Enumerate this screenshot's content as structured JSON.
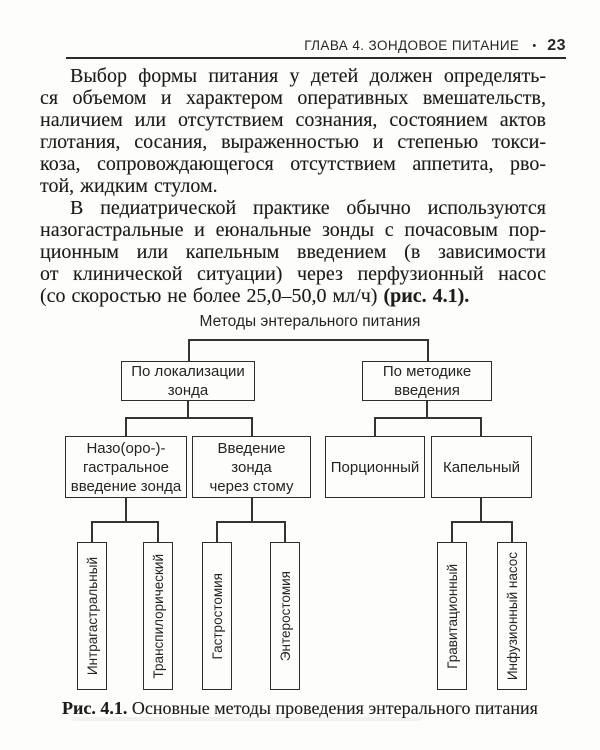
{
  "header": {
    "chapter_title": "ГЛАВА 4. ЗОНДОВОЕ ПИТАНИЕ",
    "bullet": "•",
    "page_number": "23"
  },
  "body": {
    "paragraph1": {
      "lines": [
        "Выбор формы питания у детей должен определять-",
        "ся объемом и характером оперативных вмешательств,",
        "наличием или отсутствием сознания, состоянием актов",
        "глотания, сосания, выраженностью и степенью токси-",
        "коза, сопровождающегося отсутствием аппетита, рво-",
        "той, жидким стулом."
      ]
    },
    "paragraph2": {
      "lines": [
        "В педиатрической практике обычно используются",
        "назогастральные и еюнальные зонды с почасовым пор-",
        "ционным или капельным введением (в зависимости",
        "от клинической ситуации) через перфузионный насос"
      ],
      "last_line_regular": "(со скоростью не более 25,0–50,0 мл/ч) ",
      "last_line_bold": "(рис. 4.1)."
    }
  },
  "diagram": {
    "title": "Методы энтерального питания",
    "nodes": {
      "localization": {
        "line1": "По локализации",
        "line2": "зонда"
      },
      "method": {
        "line1": "По методике",
        "line2": "введения"
      },
      "naso": {
        "line1": "Назо(оро-)-",
        "line2": "гастральное",
        "line3": "введение зонда"
      },
      "stoma": {
        "line1": "Введение",
        "line2": "зонда",
        "line3": "через стому"
      },
      "portional": {
        "label": "Порционный"
      },
      "drip": {
        "label": "Капельный"
      },
      "intragastric": {
        "label": "Интрагастральный"
      },
      "transpyloric": {
        "label": "Транспилорический"
      },
      "gastrostomy": {
        "label": "Гастростомия"
      },
      "enterostomy": {
        "label": "Энтеростомия"
      },
      "gravitational": {
        "label": "Гравитационный"
      },
      "infusion_pump": {
        "label": "Инфузионный насос"
      }
    }
  },
  "caption": {
    "figure_label": "Рис. 4.1.",
    "text": " Основные методы проведения энтерального питания"
  },
  "colors": {
    "page_background": "#fdfdfc",
    "ink": "#1c1c1c",
    "line": "#343434"
  }
}
